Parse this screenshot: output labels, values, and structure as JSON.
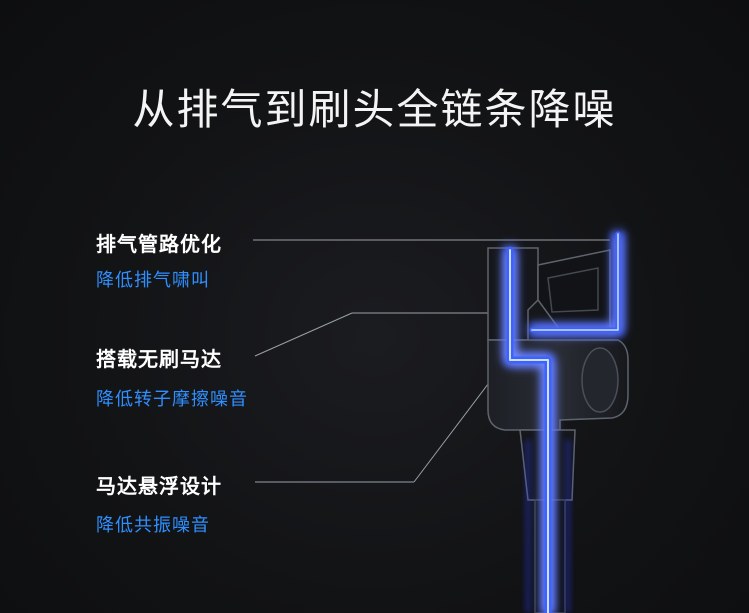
{
  "headline": "从排气到刷头全链条降噪",
  "features": [
    {
      "title": "排气管路优化",
      "subtitle": "降低排气啸叫"
    },
    {
      "title": "搭载无刷马达",
      "subtitle": "降低转子摩擦噪音"
    },
    {
      "title": "马达悬浮设计",
      "subtitle": "降低共振噪音"
    }
  ],
  "colors": {
    "background": "#111214",
    "accent_blue": "#2f8fff",
    "glow_blue": "#3a5bff",
    "text_white": "#ffffff"
  }
}
